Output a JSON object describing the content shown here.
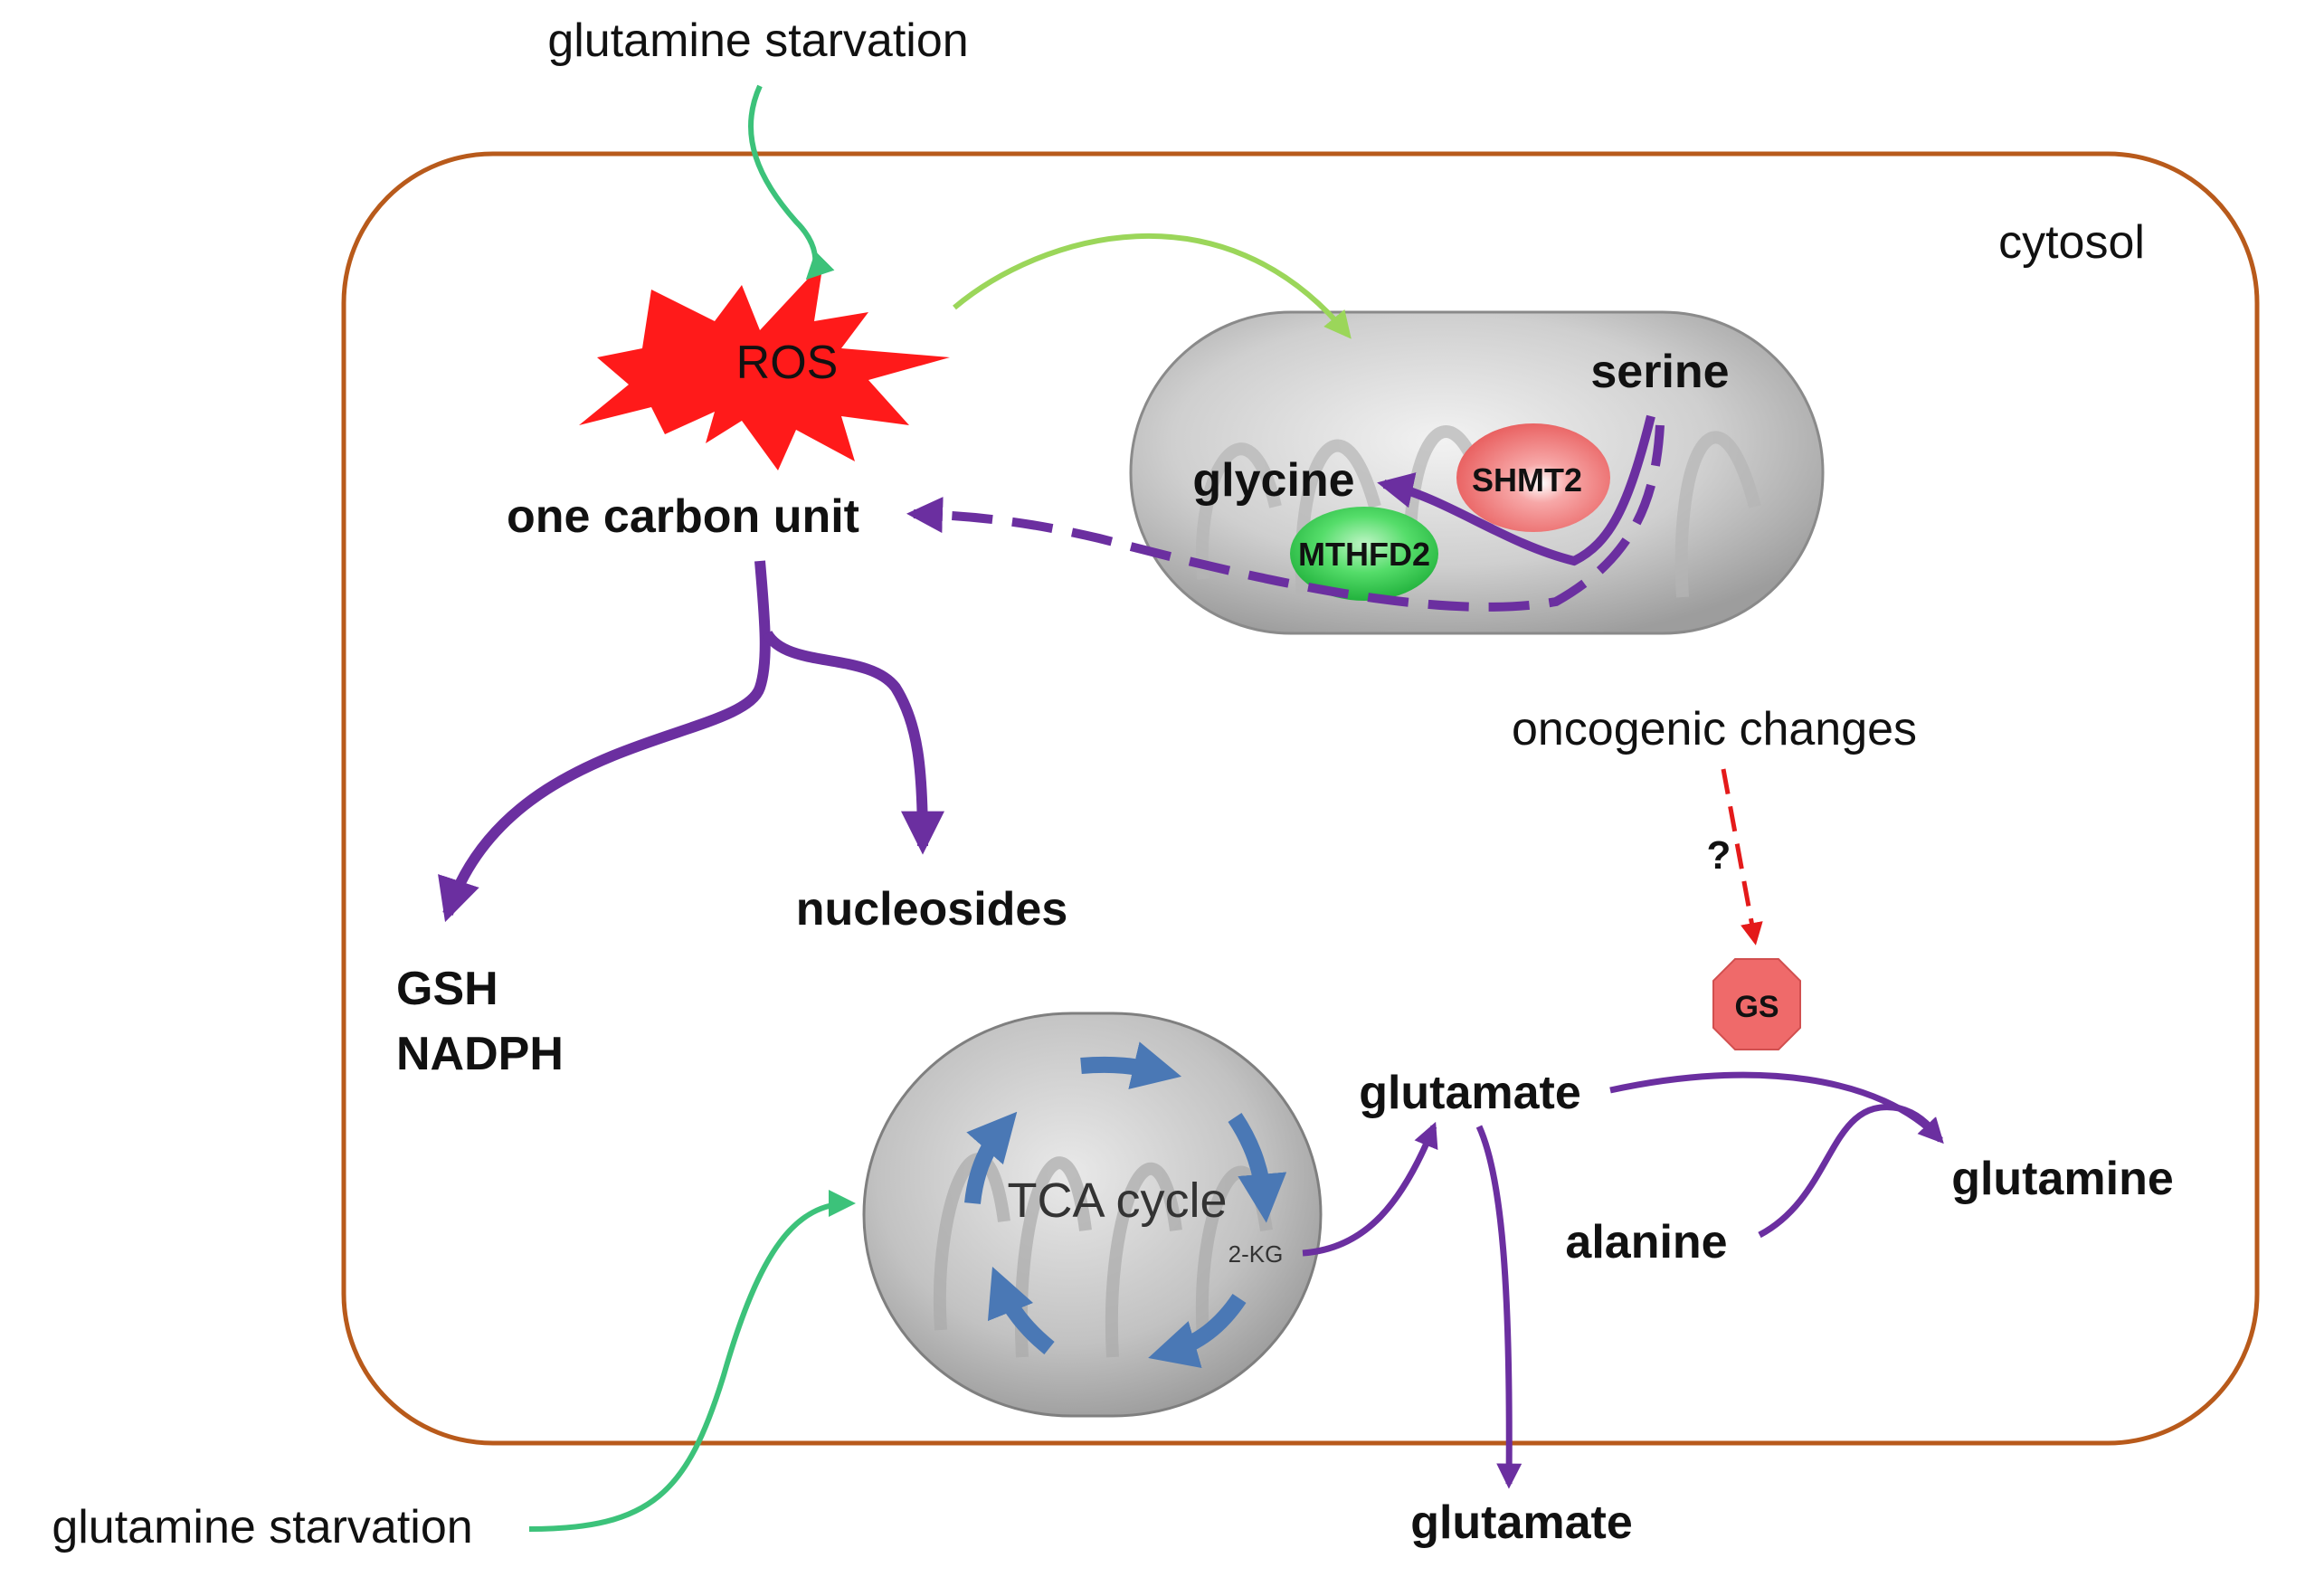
{
  "labels": {
    "glutamine_starvation_top": "glutamine starvation",
    "cytosol": "cytosol",
    "ros": "ROS",
    "one_carbon_unit": "one carbon unit",
    "serine": "serine",
    "glycine": "glycine",
    "shmt2": "SHMT2",
    "mthfd2": "MTHFD2",
    "nucleosides": "nucleosides",
    "gsh": "GSH",
    "nadph": "NADPH",
    "oncogenic_changes": "oncogenic changes",
    "question_mark": "?",
    "gs": "GS",
    "tca_cycle": "TCA cycle",
    "two_kg": "2-KG",
    "glutamate_mid": "glutamate",
    "glutamine": "glutamine",
    "alanine": "alanine",
    "glutamate_bottom": "glutamate",
    "glutamine_starvation_bottom": "glutamine starvation"
  },
  "colors": {
    "cell_border": "#b85a1b",
    "ros": "#ff1a1a",
    "shmt2": "#ef6a6a",
    "mthfd2": "#3cd35a",
    "gs": "#ef6a6a",
    "pathway_purple": "#6b2fa0",
    "starvation_green": "#3cc27a",
    "ros_arrow_green": "#9bd65a",
    "inhibit_red": "#e41a1a",
    "tca_arrow_blue": "#4a78b5"
  }
}
